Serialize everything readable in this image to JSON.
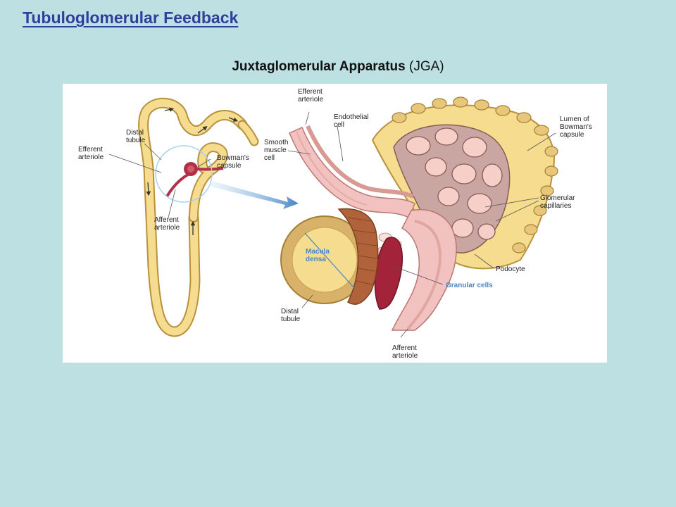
{
  "slide": {
    "title": "Tubuloglomerular Feedback",
    "subtitle_bold": "Juxtaglomerular Apparatus",
    "subtitle_rest": " (JGA)"
  },
  "labels": {
    "efferent_arteriole_left": "Efferent\narteriole",
    "distal_tubule_left": "Distal\ntubule",
    "bowmans_capsule": "Bowman's\ncapsule",
    "afferent_arteriole_left": "Afferent\narteriole",
    "efferent_arteriole_right": "Efferent\narteriole",
    "endothelial_cell": "Endothelial\ncell",
    "smooth_muscle_cell": "Smooth\nmuscle\ncell",
    "lumen_bowmans": "Lumen of\nBowman's\ncapsule",
    "glomerular_capillaries": "Glomerular\ncapillaries",
    "macula_densa": "Macula\ndensa",
    "podocyte": "Podocyte",
    "granular_cells": "Granular cells",
    "distal_tubule_right": "Distal\ntubule",
    "afferent_arteriole_right": "Afferent\narteriole"
  },
  "colors": {
    "background": "#bde0e3",
    "title": "#2f3f9c",
    "tubule": "#f5dc8e",
    "tubule_edge": "#c9a24a",
    "vessel": "#f2c2c0",
    "vessel_dark": "#b03048",
    "macula": "#b0633a",
    "accent_blue": "#4a86c7"
  }
}
